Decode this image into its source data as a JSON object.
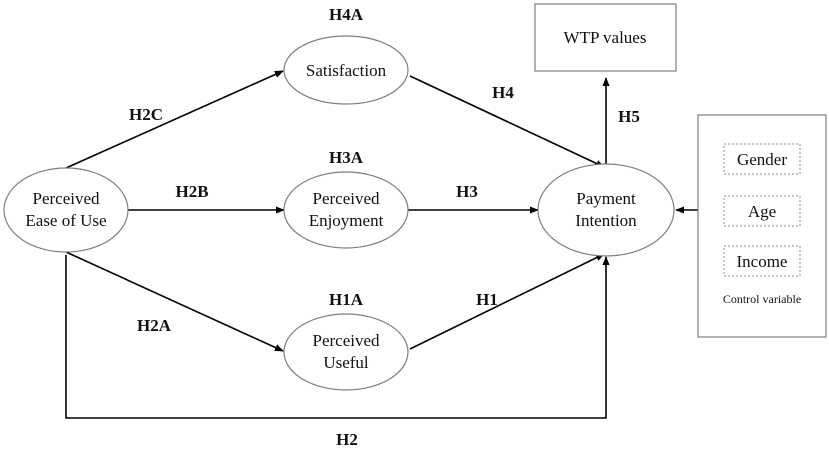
{
  "nodes": {
    "peou": {
      "line1": "Perceived",
      "line2": "Ease of Use"
    },
    "satisfaction": {
      "label": "Satisfaction"
    },
    "enjoyment": {
      "line1": "Perceived",
      "line2": "Enjoyment"
    },
    "useful": {
      "line1": "Perceived",
      "line2": "Useful"
    },
    "payment": {
      "line1": "Payment",
      "line2": "Intention"
    },
    "wtp": {
      "label": "WTP values"
    }
  },
  "control": {
    "items": [
      "Gender",
      "Age",
      "Income"
    ],
    "caption": "Control variable"
  },
  "hypotheses": {
    "h4a": "H4A",
    "h3a": "H3A",
    "h1a": "H1A",
    "h2c": "H2C",
    "h2b": "H2B",
    "h2a": "H2A",
    "h4": "H4",
    "h3": "H3",
    "h1": "H1",
    "h5": "H5",
    "h2": "H2"
  },
  "colors": {
    "shape_stroke": "#7f7f7f",
    "edge": "#000000",
    "text": "#111111"
  }
}
